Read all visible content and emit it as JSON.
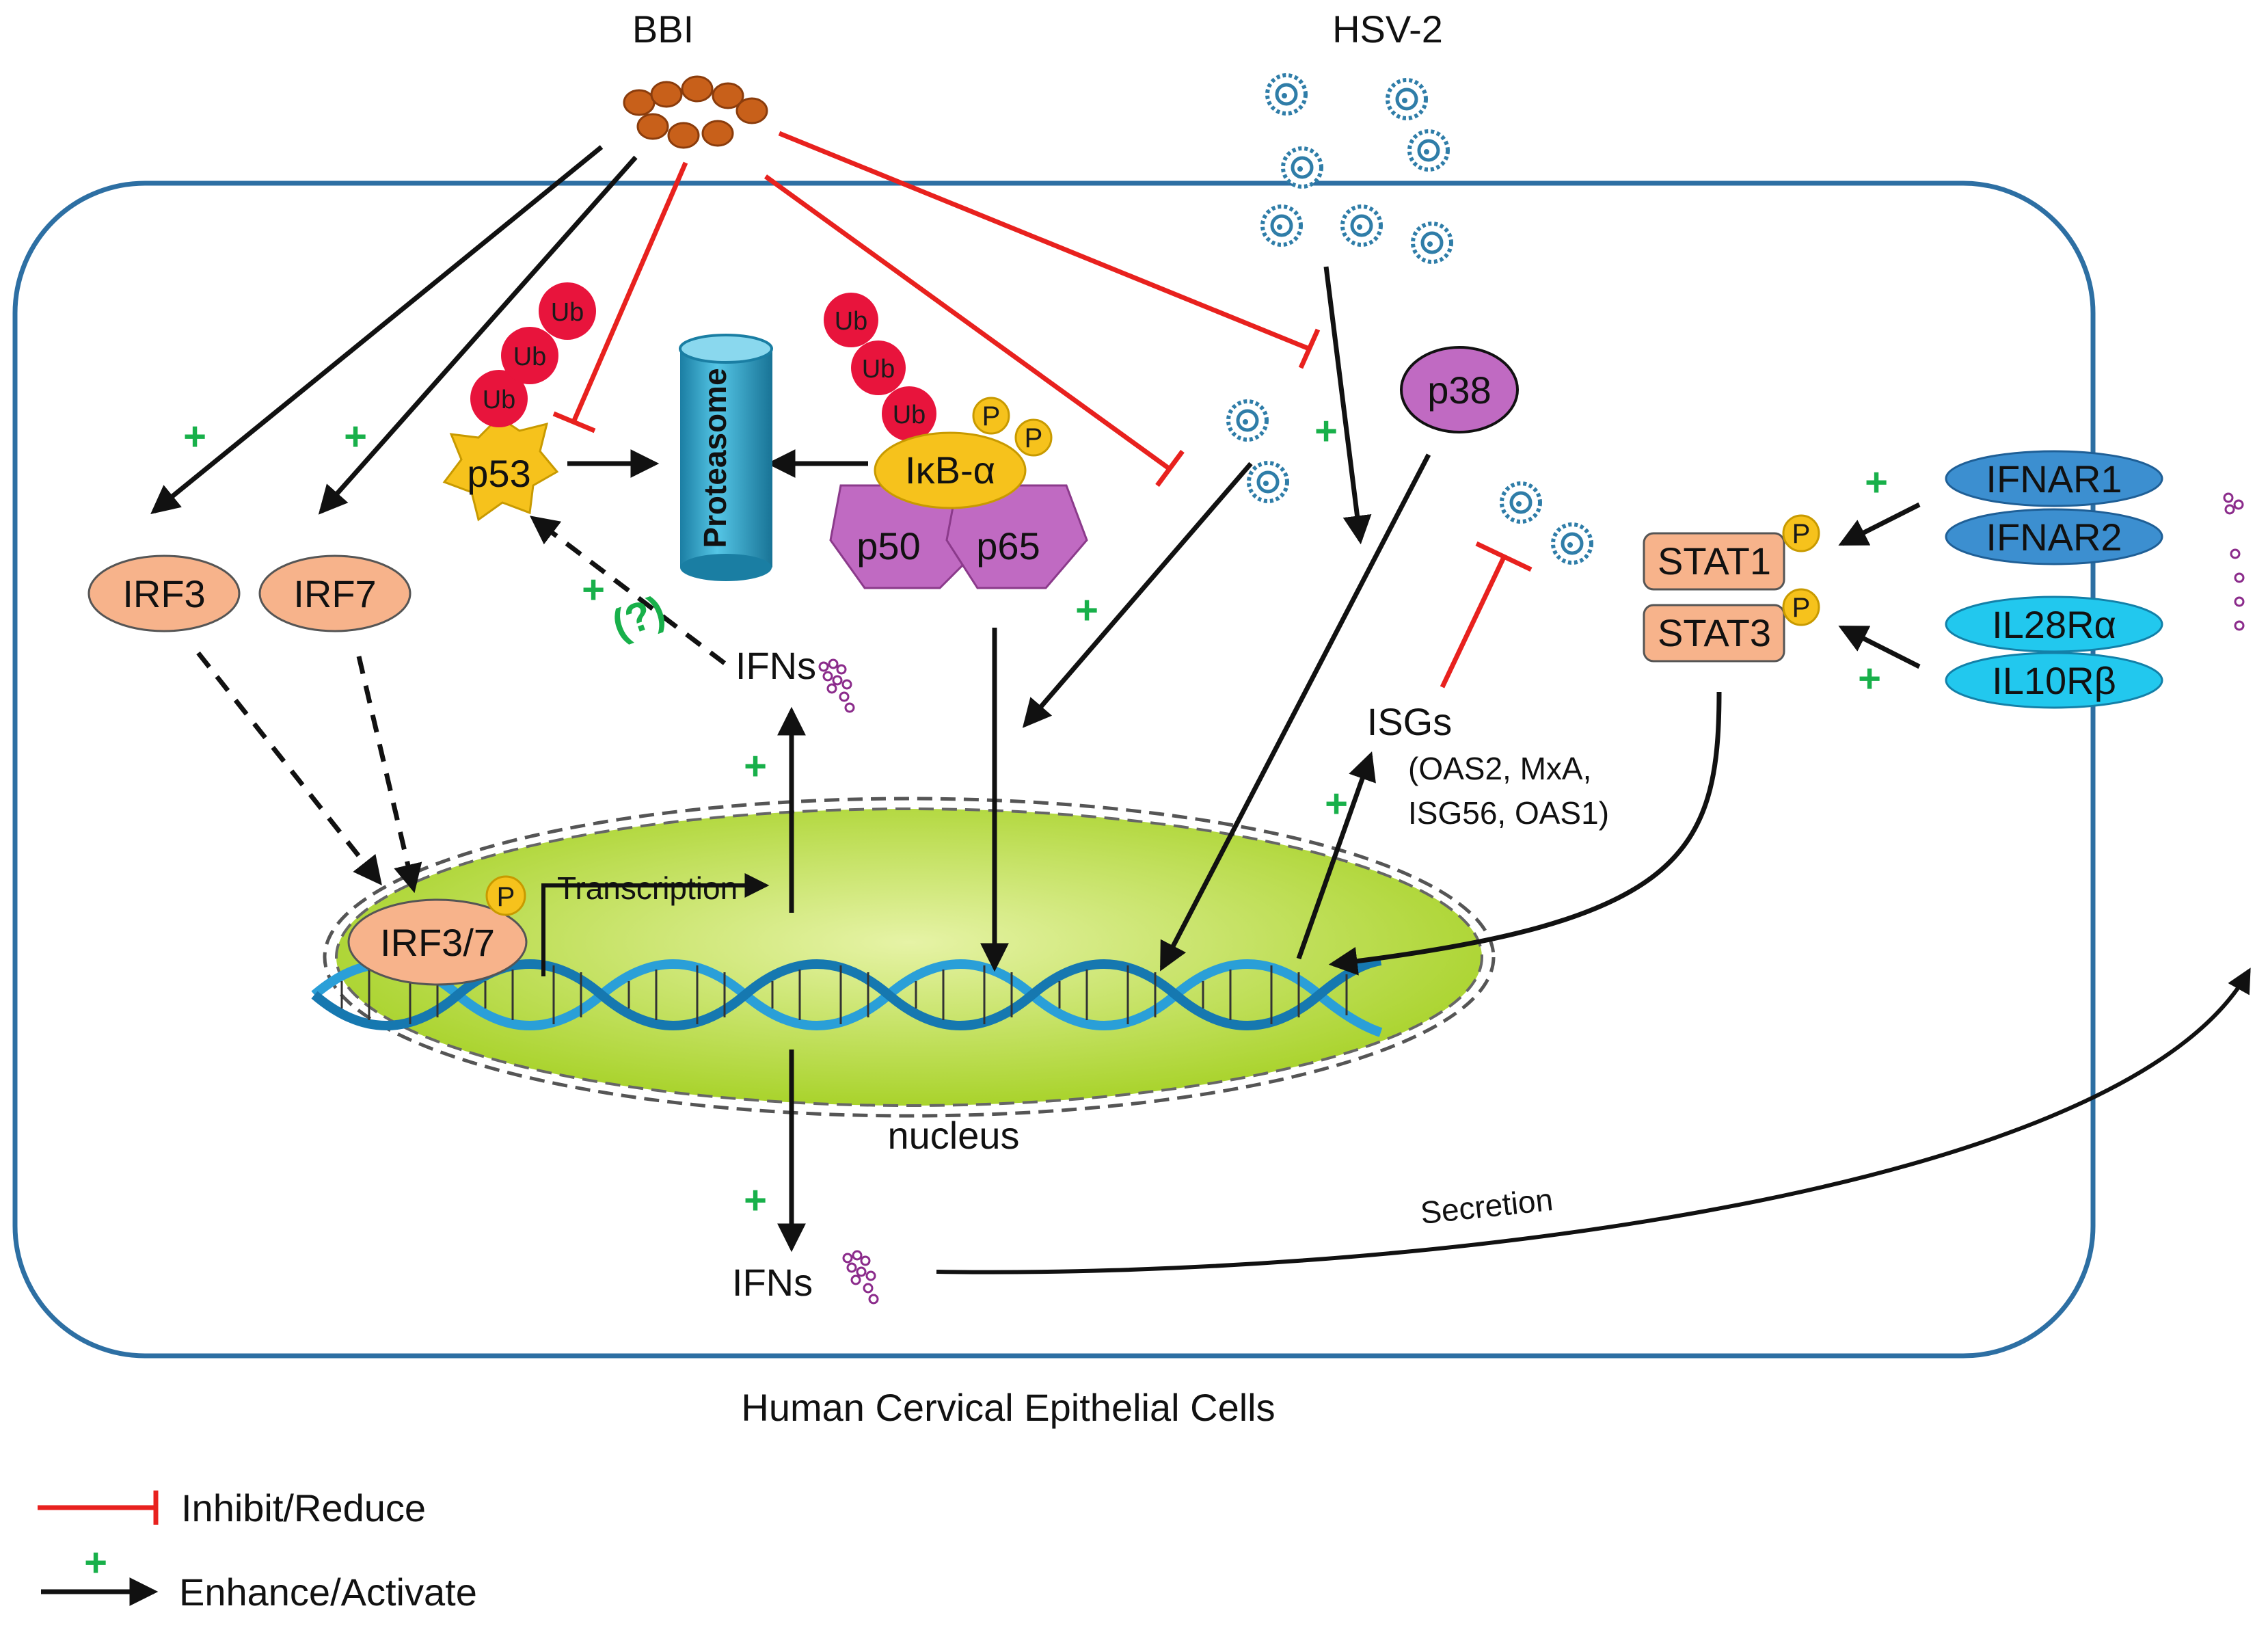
{
  "colors": {
    "inhibit": "#e8211e",
    "enhance": "#111111",
    "plus": "#18b04a",
    "cell_border": "#2d6fa3",
    "nucleus_fill": "#b8dc3a",
    "irf_fill": "#f7b38b",
    "ub_fill": "#e8143c",
    "p53_fill": "#f6c21c",
    "proteasome_fill": "#2aa8c8",
    "ikb_fill": "#f6c21c",
    "nfkb_fill": "#c06ac2",
    "p38_fill": "#c06ac2",
    "phospho_fill": "#f6c21c",
    "ifnar_fill": "#3c8fd0",
    "il_receptor_fill": "#22c8ee",
    "cytokine_stroke": "#8b2b8b",
    "bbi_fill": "#c8601a",
    "virus_stroke": "#2f7da8",
    "dna_strand": "#2a9fd8"
  },
  "labels": {
    "bbi": "BBI",
    "hsv2": "HSV-2",
    "ub": "Ub",
    "p53": "p53",
    "proteasome": "Proteasome",
    "ikb": "IκB-α",
    "p50": "p50",
    "p65": "p65",
    "phospho": "P",
    "p38": "p38",
    "irf3": "IRF3",
    "irf7": "IRF7",
    "irf37": "IRF3/7",
    "ifns": "IFNs",
    "isgs": "ISGs",
    "isgs_detail_1": "(OAS2, MxA,",
    "isgs_detail_2": "ISG56, OAS1)",
    "transcription": "Transcription",
    "nucleus": "nucleus",
    "secretion": "Secretion",
    "question": "(?)",
    "plus": "+",
    "stat1": "STAT1",
    "stat3": "STAT3",
    "ifnar1": "IFNAR1",
    "ifnar2": "IFNAR2",
    "il28ra": "IL28Rα",
    "il10rb": "IL10Rβ",
    "cell_caption": "Human Cervical Epithelial Cells"
  },
  "legend": {
    "inhibit": "Inhibit/Reduce",
    "enhance": "Enhance/Activate"
  },
  "icons": {
    "virus": "hsv2-virion-icon",
    "cytokine": "cytokine-cluster-icon",
    "dna": "dna-helix-icon"
  }
}
